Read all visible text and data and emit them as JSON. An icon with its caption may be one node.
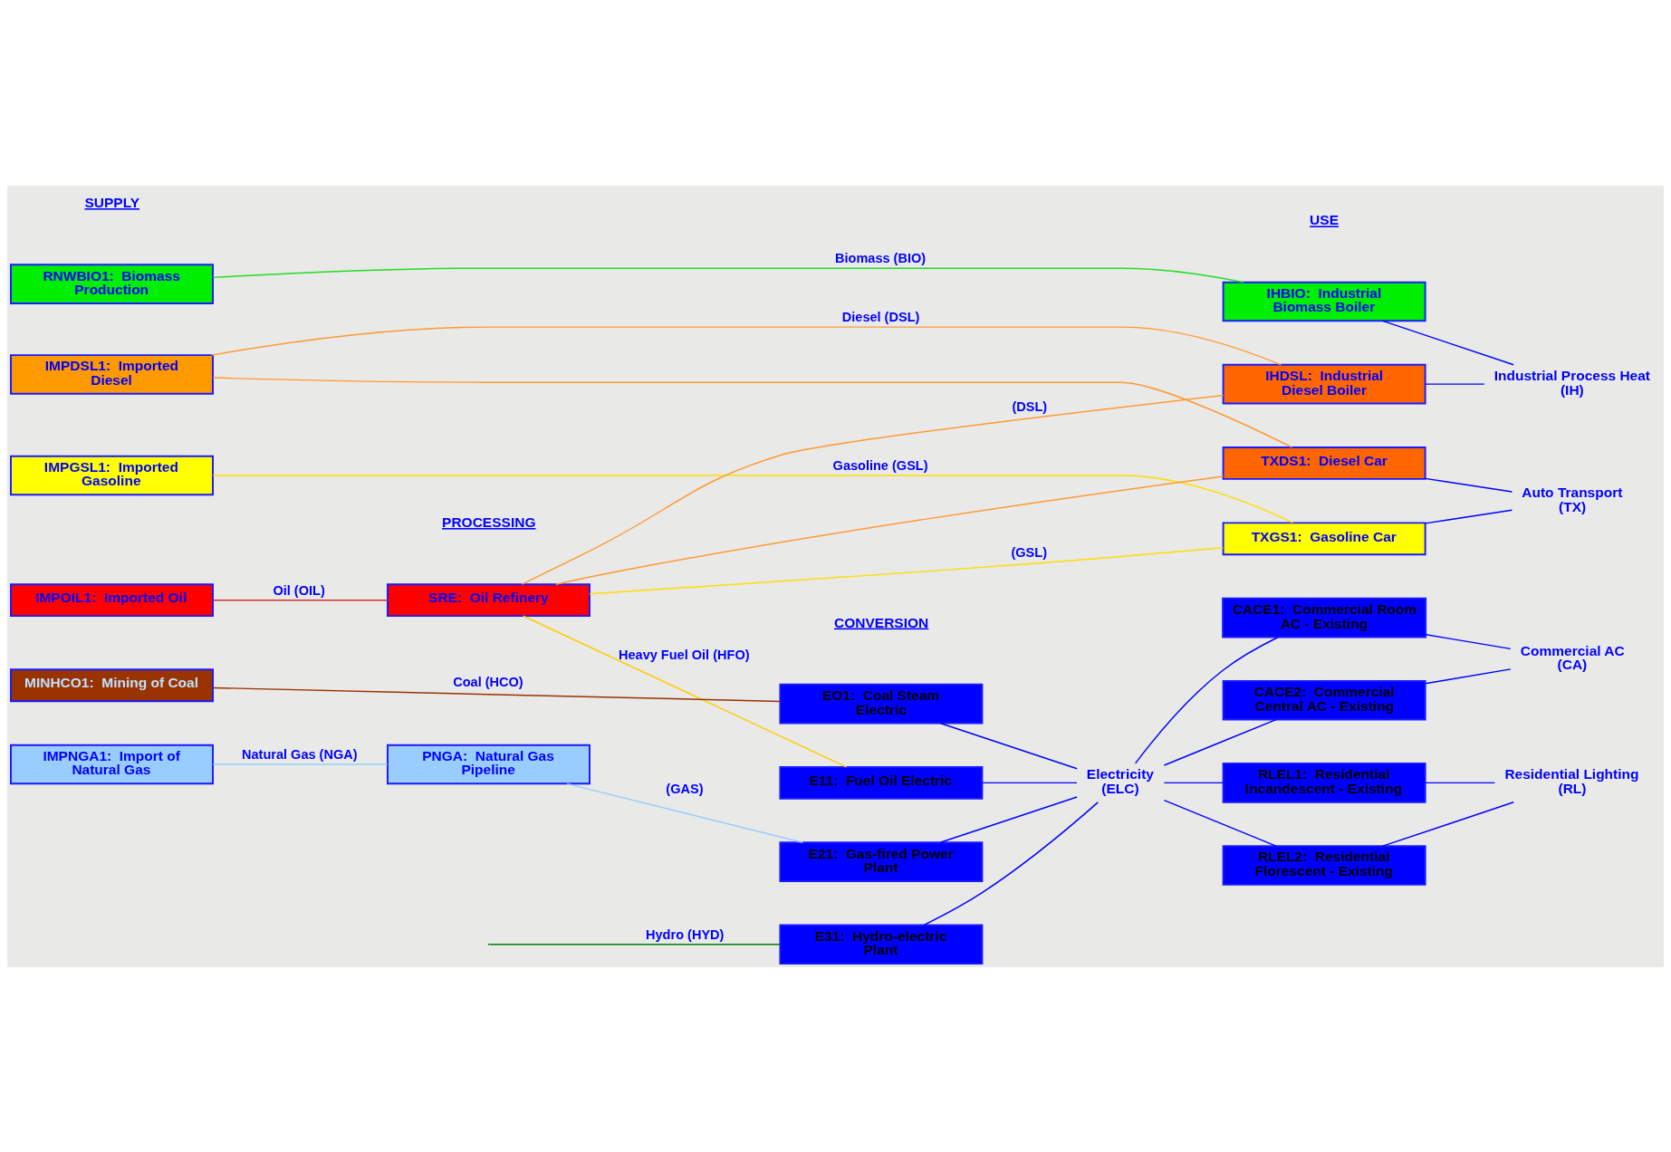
{
  "diagram": {
    "nodes": [
      {
        "text": [
          "RNWBIO1:  Biomass Production"
        ]
      },
      {
        "text": [
          "IMPDSL1:  Imported Diesel"
        ]
      },
      {
        "text": [
          "IMPGSL1:  Imported Gasoline"
        ]
      },
      {
        "text": [
          "IMPOIL1:  Imported Oil"
        ]
      },
      {
        "text": [
          "SRE:  Oil Refinery"
        ]
      },
      {
        "text": [
          "MINHCO1:  Mining of Coal"
        ]
      },
      {
        "text": [
          "IMPNGA1:  Import of Natural Gas"
        ]
      },
      {
        "text": [
          "PNGA:  Natural Gas Pipeline"
        ]
      },
      {
        "text": [
          "EO1:  Coal Steam Electric"
        ]
      },
      {
        "text": [
          "E11:  Fuel Oil Electric"
        ]
      },
      {
        "text": [
          "E21:  Gas-fired Power Plant"
        ]
      },
      {
        "text": [
          "E31:  Hydro-electric Plant"
        ]
      },
      {
        "text": [
          "IHBIO:  Industrial Biomass Boiler"
        ]
      },
      {
        "text": [
          "IHDSL:  Industrial Diesel Boiler"
        ]
      },
      {
        "text": [
          "TXDS1:  Diesel Car"
        ]
      },
      {
        "text": [
          "TXGS1:  Gasoline Car"
        ]
      },
      {
        "text": [
          "CACE1:  Commercial Room AC - Existing"
        ]
      },
      {
        "text": [
          "CACE2:  Commercial Central AC - Existing"
        ]
      },
      {
        "text": [
          "RLEL1:  Residential Incandescent - Existing"
        ]
      },
      {
        "text": [
          "RLEL2:  Residential Florescent - Existing"
        ]
      },
      {
        "text": [
          "Industrial Process Heat",
          "(IH)"
        ]
      },
      {
        "text": [
          "Auto Transport",
          "(TX)"
        ]
      },
      {
        "text": [
          "Commercial AC",
          "(CA)"
        ]
      },
      {
        "text": [
          "Residential Lighting",
          "(RL)"
        ]
      },
      {
        "text": [
          "Electricity",
          "(ELC)"
        ]
      }
    ],
    "edges": [
      {
        "from": 0,
        "to": 12,
        "arrow": "none",
        "label": "Biomass (BIO)",
        "color": "#22dd22"
      },
      {
        "from": 1,
        "to": 13,
        "arrow": "none",
        "label": "Diesel (DSL)",
        "color": "#ff9933"
      },
      {
        "from": 1,
        "to": 14,
        "arrow": "none",
        "color": "#ff9933"
      },
      {
        "from": 2,
        "to": 15,
        "arrow": "none",
        "label": "Gasoline (GSL)",
        "color": "#ffdd00"
      },
      {
        "from": 3,
        "to": 4,
        "arrow": "none",
        "label": "Oil (OIL)",
        "color": "#cc3333"
      },
      {
        "from": 4,
        "to": 13,
        "arrow": "none",
        "label": "(DSL)",
        "color": "#ff9933"
      },
      {
        "from": 4,
        "to": 14,
        "arrow": "none",
        "color": "#ff9933"
      },
      {
        "from": 4,
        "to": 15,
        "arrow": "none",
        "label": "(GSL)",
        "color": "#ffdd00"
      },
      {
        "from": 4,
        "to": 9,
        "arrow": "none",
        "label": "Heavy Fuel Oil (HFO)",
        "color": "#ffcc00"
      },
      {
        "from": 5,
        "to": 8,
        "arrow": "none",
        "label": "Coal (HCO)",
        "color": "#993300"
      },
      {
        "from": 6,
        "to": 7,
        "arrow": "none",
        "label": "Natural Gas (NGA)",
        "color": "#99ccff"
      },
      {
        "from": 7,
        "to": 10,
        "arrow": "none",
        "label": "(GAS)",
        "color": "#99ccff"
      },
      {
        "from": null,
        "to": 11,
        "arrow": "none",
        "label": "Hydro (HYD)",
        "color": "#008000"
      },
      {
        "from": 8,
        "to": 24,
        "arrow": "none"
      },
      {
        "from": 9,
        "to": 24,
        "arrow": "none"
      },
      {
        "from": 10,
        "to": 24,
        "arrow": "none"
      },
      {
        "from": 11,
        "to": 24,
        "arrow": "none"
      },
      {
        "from": 24,
        "to": 16,
        "arrow": "none"
      },
      {
        "from": 24,
        "to": 17,
        "arrow": "none"
      },
      {
        "from": 24,
        "to": 18,
        "arrow": "none"
      },
      {
        "from": 24,
        "to": 19,
        "arrow": "none"
      },
      {
        "from": 12,
        "to": 20,
        "arrow": "none"
      },
      {
        "from": 13,
        "to": 20,
        "arrow": "none"
      },
      {
        "from": 14,
        "to": 21,
        "arrow": "none"
      },
      {
        "from": 15,
        "to": 21,
        "arrow": "none"
      },
      {
        "from": 16,
        "to": 22,
        "arrow": "none"
      },
      {
        "from": 17,
        "to": 22,
        "arrow": "none"
      },
      {
        "from": 18,
        "to": 23,
        "arrow": "none"
      },
      {
        "from": 19,
        "to": 23,
        "arrow": "none"
      }
    ],
    "labels": [
      "SUPPLY",
      "PROCESSING",
      "CONVERSION",
      "USE"
    ]
  }
}
